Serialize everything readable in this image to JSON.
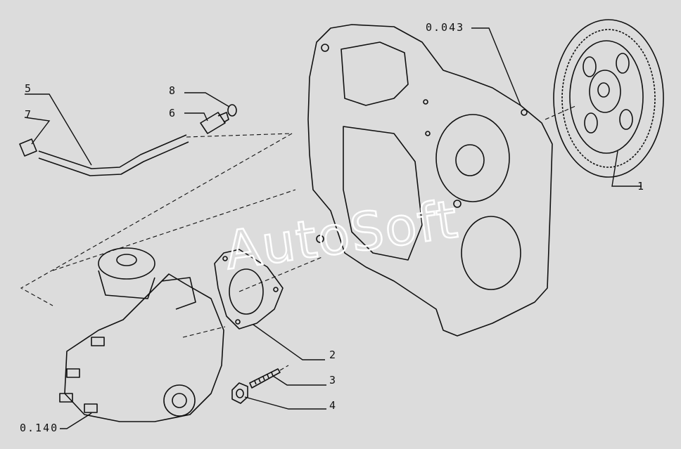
{
  "watermark": "AutoSoft",
  "callouts": [
    {
      "id": "1",
      "text": "1"
    },
    {
      "id": "2",
      "text": "2"
    },
    {
      "id": "3",
      "text": "3"
    },
    {
      "id": "4",
      "text": "4"
    },
    {
      "id": "5",
      "text": "5"
    },
    {
      "id": "6",
      "text": "6"
    },
    {
      "id": "7",
      "text": "7"
    },
    {
      "id": "8",
      "text": "8"
    },
    {
      "id": "0043",
      "text": "0.043"
    },
    {
      "id": "0140",
      "text": "0.140"
    }
  ],
  "colors": {
    "background": "#dcdcdc",
    "line": "#111111",
    "watermark": "#ffffff"
  }
}
